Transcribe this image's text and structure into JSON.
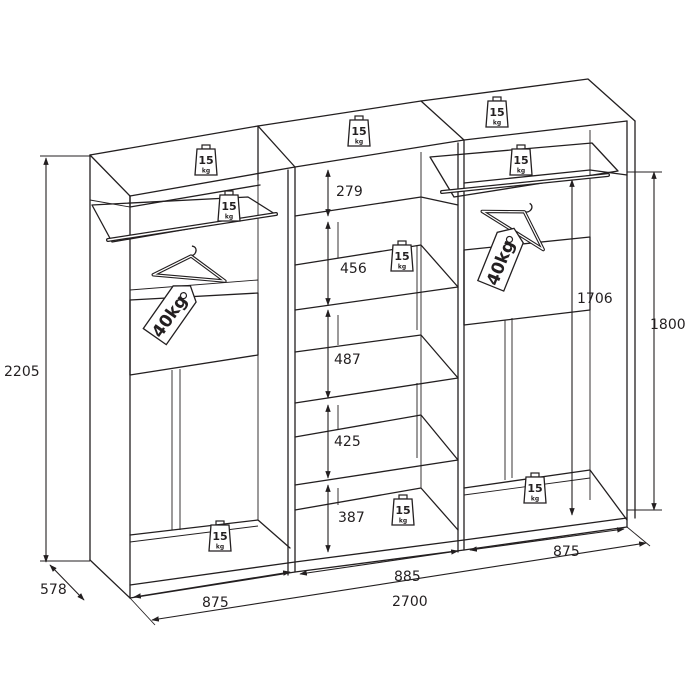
{
  "dimensions": {
    "total_height": "2205",
    "depth": "578",
    "total_width": "2700",
    "left_section_width": "875",
    "middle_section_width": "885",
    "right_section_width": "875",
    "hanging_height_right": "1706",
    "door_height_right": "1800",
    "shelf_1": "279",
    "shelf_2": "456",
    "shelf_3": "487",
    "shelf_4": "425",
    "shelf_5": "387"
  },
  "load_ratings": {
    "shelf_number": "15",
    "shelf_unit": "kg",
    "hanger_load": "40kg"
  }
}
